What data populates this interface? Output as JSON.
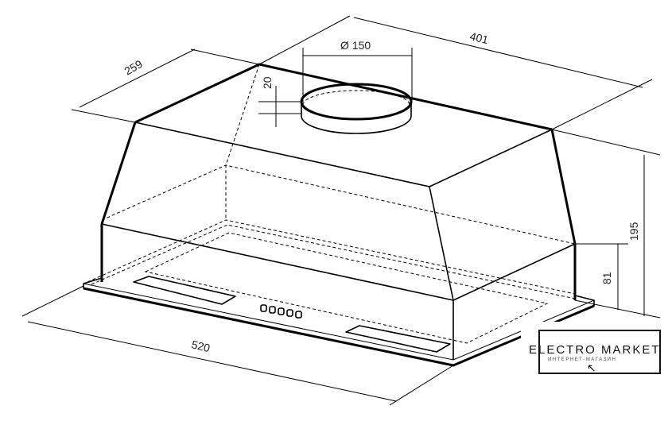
{
  "dimensions": {
    "width": "401",
    "depth": "259",
    "duct_diameter": "Ø 150",
    "duct_height": "20",
    "total_height": "195",
    "lower_height": "81",
    "front_width": "520"
  },
  "logo": {
    "title": "ELECTRO MARKET",
    "subtitle": "ИНТЕРНЕТ-МАГАЗИН"
  }
}
